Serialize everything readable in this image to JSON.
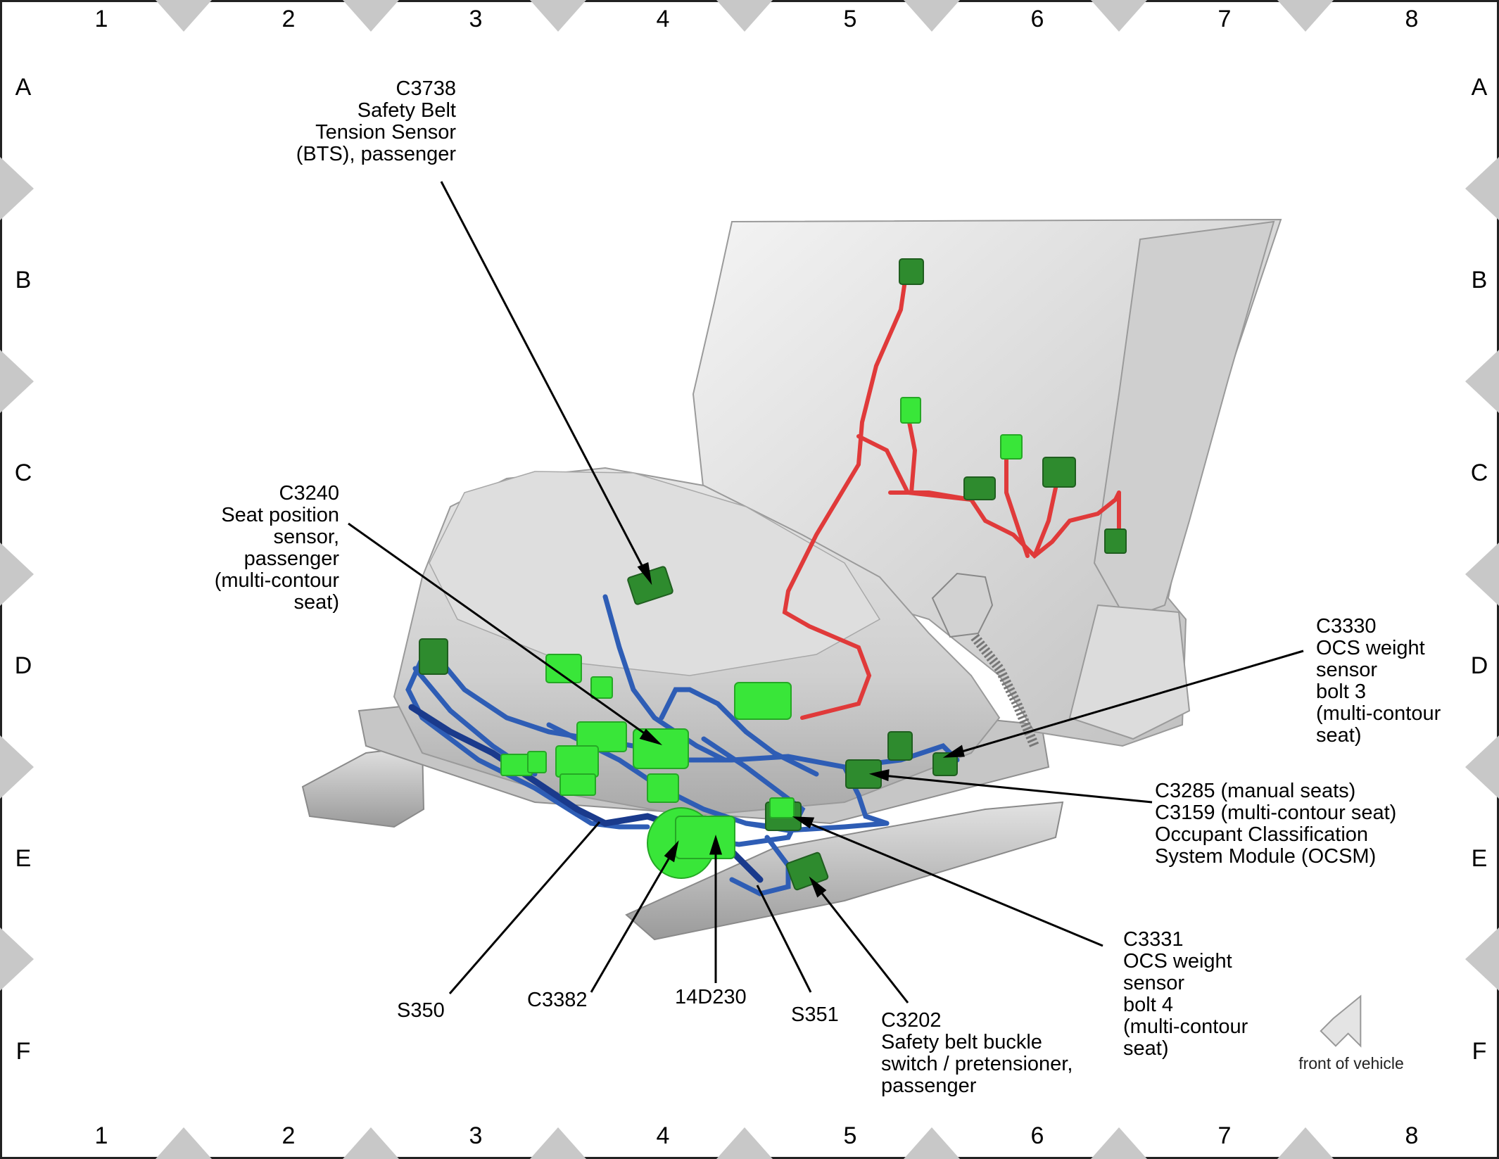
{
  "grid": {
    "columns": [
      "1",
      "2",
      "3",
      "4",
      "5",
      "6",
      "7",
      "8"
    ],
    "rows": [
      "A",
      "B",
      "C",
      "D",
      "E",
      "F"
    ]
  },
  "callouts": {
    "c3738": [
      "C3738",
      "Safety Belt",
      "Tension Sensor",
      "(BTS), passenger"
    ],
    "c3240": [
      "C3240",
      "Seat position",
      "sensor,",
      "passenger",
      "(multi-contour",
      "seat)"
    ],
    "c3330": [
      "C3330",
      "OCS weight",
      "sensor",
      "bolt 3",
      "(multi-contour",
      "seat)"
    ],
    "ocsm": [
      "C3285 (manual seats)",
      "C3159 (multi-contour seat)",
      "Occupant Classification",
      "System Module (OCSM)"
    ],
    "c3331": [
      "C3331",
      "OCS weight",
      "sensor",
      "bolt 4",
      "(multi-contour",
      "seat)"
    ],
    "c3202": [
      "C3202",
      "Safety belt buckle",
      "switch / pretensioner,",
      "passenger"
    ],
    "s350": "S350",
    "c3382": "C3382",
    "d14d230": "14D230",
    "s351": "S351"
  },
  "orientation": {
    "caption": "front of vehicle",
    "icon": "arrow-icon"
  },
  "colors": {
    "harness_seat": "#2e5db5",
    "harness_back": "#e03a3a",
    "connector_light": "#39e639",
    "connector_dark": "#2e8b2e",
    "seat": "#dadada",
    "grid_marker": "#c8c8c8"
  }
}
